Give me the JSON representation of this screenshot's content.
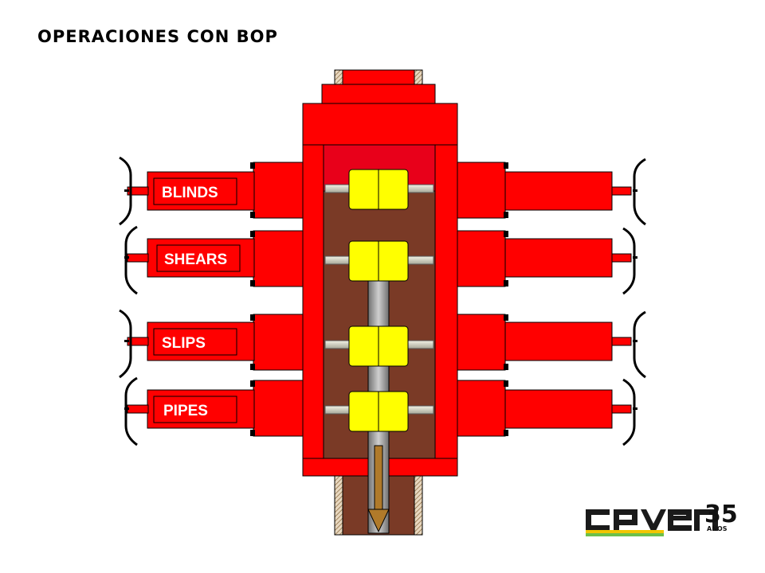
{
  "title": "OPERACIONES CON BOP",
  "rams": [
    {
      "label": "BLINDS"
    },
    {
      "label": "SHEARS"
    },
    {
      "label": "SLIPS"
    },
    {
      "label": "PIPES"
    }
  ],
  "logo": {
    "brand": "cpven",
    "number": "35",
    "subtitle": "AÑOS"
  },
  "colors": {
    "body": "#ff0000",
    "cavity": "#7a3a26",
    "ram_block": "#ffff00",
    "rod": "#d6d6c6",
    "pipe": "#9a9a9a",
    "arrow": "#b07a2a",
    "logo_green": "#6cc04a",
    "logo_yellow": "#f2c500"
  }
}
